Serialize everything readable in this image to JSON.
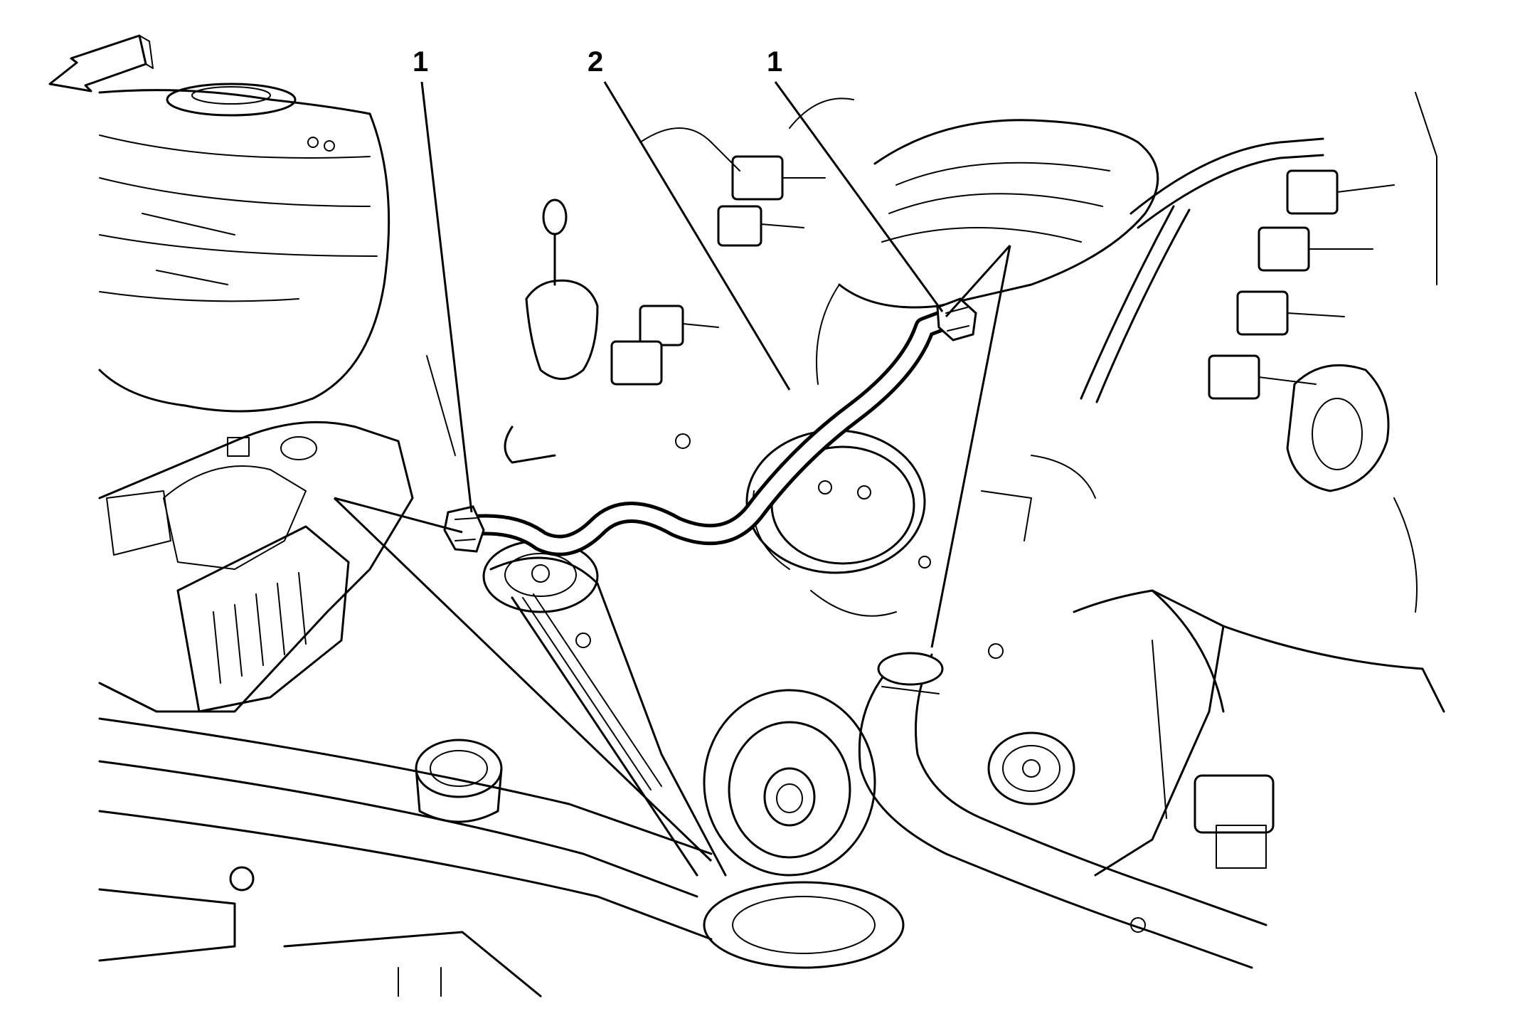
{
  "callouts": [
    {
      "id": "clip-left",
      "label": "1"
    },
    {
      "id": "hose",
      "label": "2"
    },
    {
      "id": "clip-right",
      "label": "1"
    }
  ],
  "colors": {
    "line": "#000000",
    "background": "#ffffff"
  }
}
